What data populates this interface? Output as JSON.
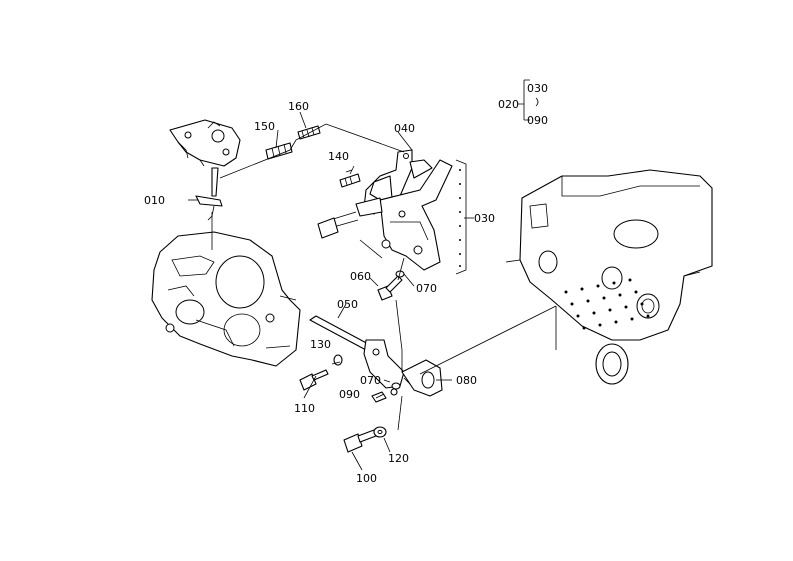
{
  "callouts": {
    "p010": "010",
    "p020": "020",
    "p030_legend": "030",
    "p090_legend": "090",
    "p030": "030",
    "p040": "040",
    "p050": "050",
    "p060": "060",
    "p070_top": "070",
    "p070_bottom": "070",
    "p080": "080",
    "p090": "090",
    "p100": "100",
    "p110": "110",
    "p120": "120",
    "p130": "130",
    "p140": "140",
    "p150": "150",
    "p160": "160"
  }
}
